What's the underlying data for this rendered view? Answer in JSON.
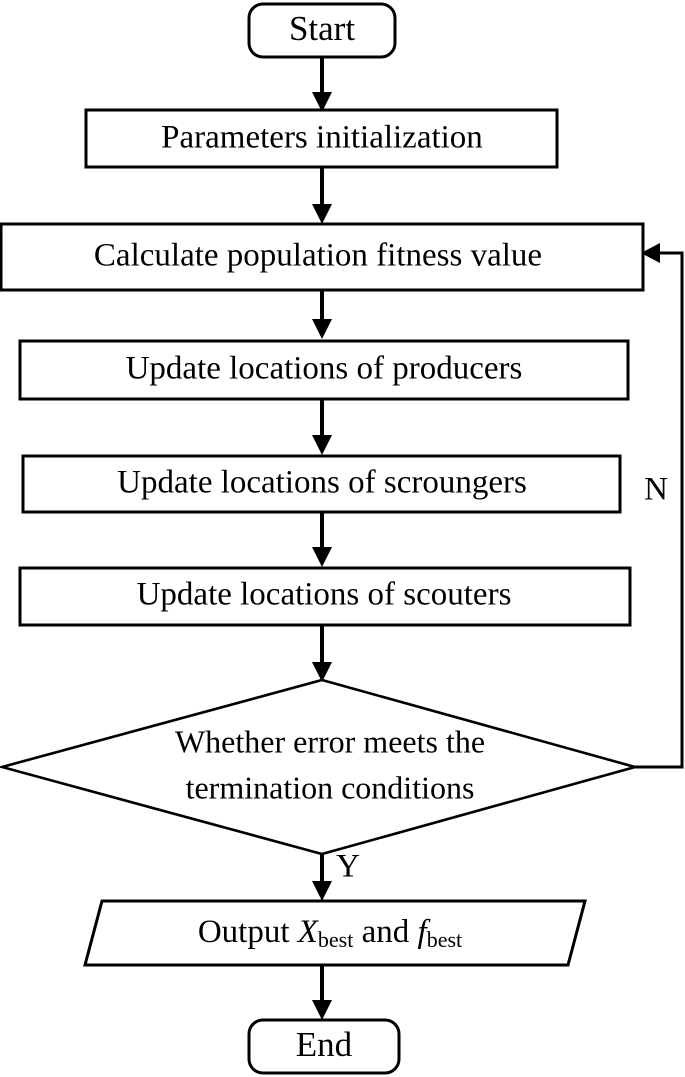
{
  "diagram": {
    "title": "Sparrow Search Algorithm flowchart",
    "background_color": "#ffffff",
    "line_color": "#000000",
    "nodes": {
      "start": {
        "label": "Start",
        "shape": "rounded-rectangle"
      },
      "init": {
        "label": "Parameters initialization",
        "shape": "rectangle"
      },
      "fitness": {
        "label": "Calculate  population fitness value",
        "shape": "rectangle"
      },
      "producers": {
        "label": "Update locations of producers",
        "shape": "rectangle"
      },
      "scroungers": {
        "label": "Update locations of scroungers",
        "shape": "rectangle"
      },
      "scouters": {
        "label": "Update locations of scouters",
        "shape": "rectangle"
      },
      "decision": {
        "label_line1": "Whether error meets the",
        "label_line2": "termination conditions",
        "shape": "diamond"
      },
      "output": {
        "prefix": "Output ",
        "var1": "X",
        "var1_sub": "best",
        "middle": " and ",
        "var2": "f",
        "var2_sub": "best",
        "shape": "parallelogram"
      },
      "end": {
        "label": "End",
        "shape": "rounded-rectangle"
      }
    },
    "branch_labels": {
      "no": "N",
      "yes": "Y"
    }
  }
}
